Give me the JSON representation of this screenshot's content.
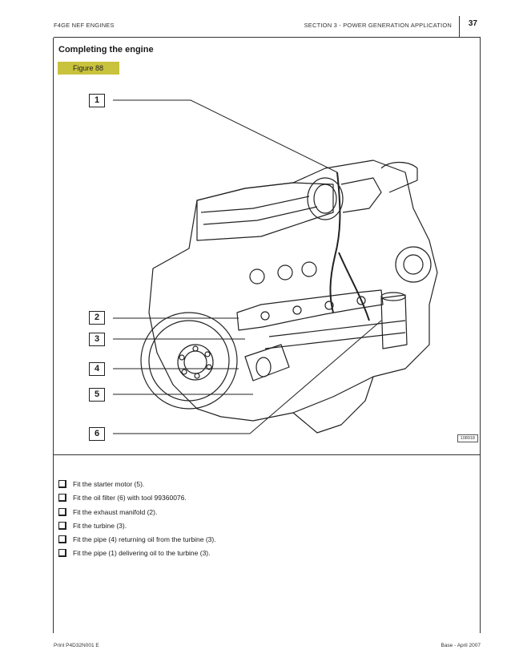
{
  "header": {
    "left": "F4GE NEF ENGINES",
    "right": "SECTION 3 - POWER GENERATION APPLICATION",
    "page_number": "37"
  },
  "section_title": "Completing the engine",
  "figure": {
    "label": "Figure 88",
    "code": "108918",
    "callouts": [
      "1",
      "2",
      "3",
      "4",
      "5",
      "6"
    ]
  },
  "steps": [
    "Fit the starter motor (5).",
    "Fit the oil filter (6) with tool 99360076.",
    "Fit the exhaust manifold (2).",
    "Fit the turbine (3).",
    "Fit the pipe (4) returning oil from the turbine (3).",
    "Fit the pipe (1) delivering oil to the turbine (3)."
  ],
  "footer": {
    "left": "Print P4D32N001 E",
    "right": "Base - April 2007"
  }
}
